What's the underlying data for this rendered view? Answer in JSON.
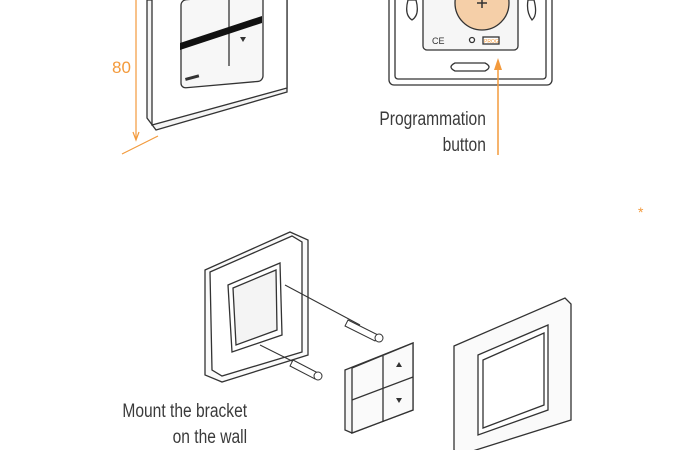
{
  "dimension_label": "80",
  "programmation_label": [
    "Programmation",
    "button"
  ],
  "mount_label": [
    "Mount the bracket",
    "on the wall"
  ],
  "asterisk": "*",
  "back_markings": {
    "ce": "CE",
    "prog": "PROG"
  },
  "colors": {
    "accent": "#f39a3c",
    "battery": "#f5cfa8",
    "line": "#333333"
  }
}
